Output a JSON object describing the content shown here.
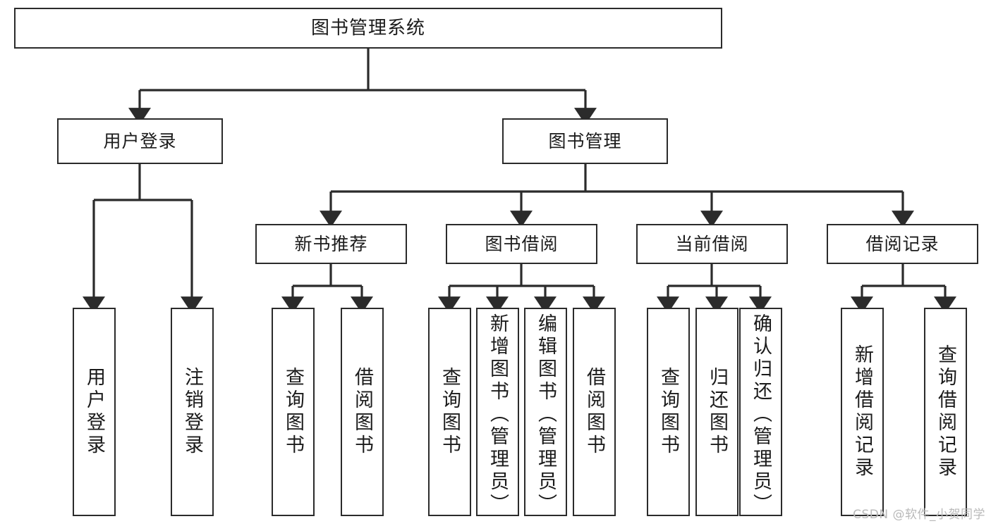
{
  "diagram": {
    "title": "图书管理系统",
    "type": "tree-hierarchy-diagram",
    "watermark": "CSDN @软件_小贺同学",
    "colors": {
      "border": "#2b2b2b",
      "background": "#ffffff",
      "text": "#1b1b1b",
      "edge": "#2b2b2b",
      "watermark": "#b9b9b9"
    },
    "levels": {
      "root": {
        "label": "图书管理系统"
      },
      "level2": [
        {
          "id": "user-login",
          "label": "用户登录"
        },
        {
          "id": "book-manage",
          "label": "图书管理"
        }
      ],
      "level3": [
        {
          "id": "new-book-recommend",
          "label": "新书推荐"
        },
        {
          "id": "book-borrow",
          "label": "图书借阅"
        },
        {
          "id": "current-borrow",
          "label": "当前借阅"
        },
        {
          "id": "borrow-record",
          "label": "借阅记录"
        }
      ],
      "leaves": {
        "user_login": [
          {
            "id": "leaf-user-login",
            "label": "用户登录"
          },
          {
            "id": "leaf-logout-login",
            "label": "注销登录"
          }
        ],
        "new_book_recommend": [
          {
            "id": "leaf-query-book-1",
            "label": "查询图书"
          },
          {
            "id": "leaf-borrow-book-1",
            "label": "借阅图书"
          }
        ],
        "book_borrow": [
          {
            "id": "leaf-query-book-2",
            "label": "查询图书"
          },
          {
            "id": "leaf-add-book",
            "label": "新增图书（管理员）"
          },
          {
            "id": "leaf-edit-book",
            "label": "编辑图书（管理员）"
          },
          {
            "id": "leaf-borrow-book-2",
            "label": "借阅图书"
          }
        ],
        "current_borrow": [
          {
            "id": "leaf-query-book-3",
            "label": "查询图书"
          },
          {
            "id": "leaf-return-book",
            "label": "归还图书"
          },
          {
            "id": "leaf-confirm-return",
            "label": "确认归还（管理员）"
          }
        ],
        "borrow_record": [
          {
            "id": "leaf-add-record",
            "label": "新增借阅记录"
          },
          {
            "id": "leaf-query-record",
            "label": "查询借阅记录"
          }
        ]
      }
    }
  }
}
